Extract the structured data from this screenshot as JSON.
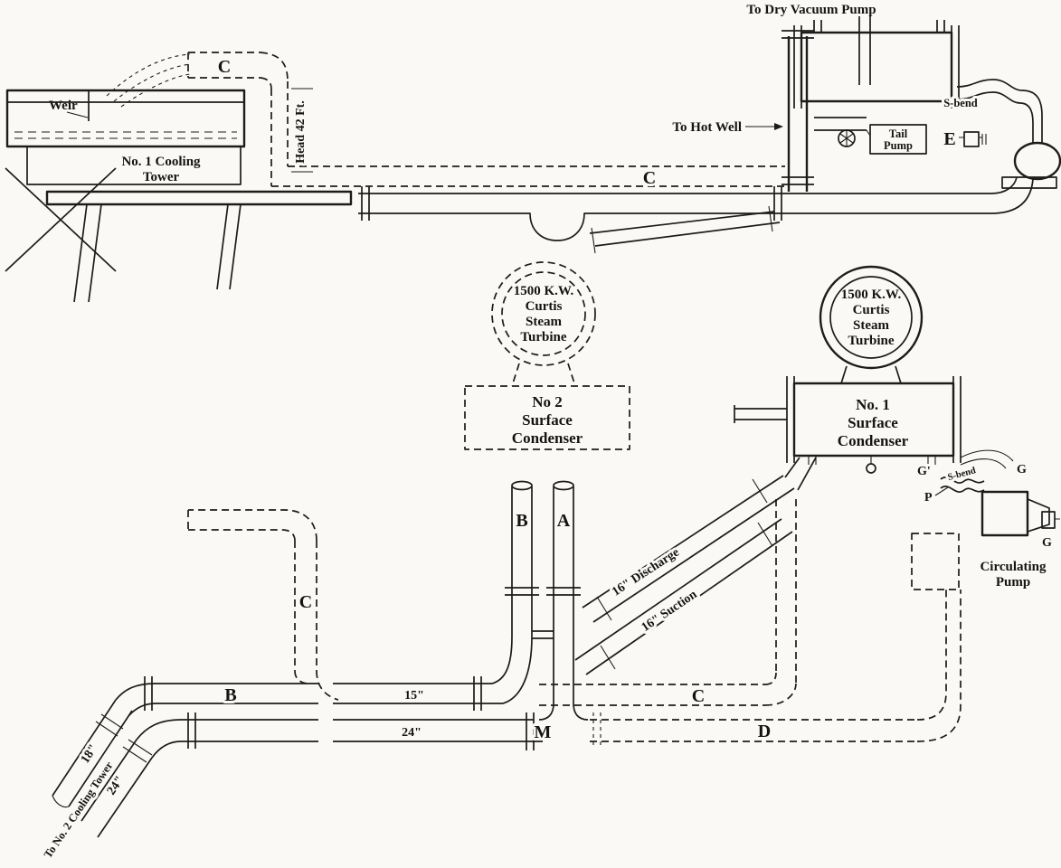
{
  "colors": {
    "ink": "#1c1c1c",
    "paper": "#faf9f5"
  },
  "cooling_tower": {
    "weir": "Weir",
    "name1": "No. 1 Cooling",
    "name2": "Tower",
    "head": "Head 42 Ft.",
    "riser": "C"
  },
  "top_main": {
    "label": "C"
  },
  "hotwell_unit": {
    "dry_vacuum": "To Dry Vacuum Pump",
    "hot_well": "To Hot Well",
    "tail1": "Tail",
    "tail2": "Pump",
    "s_bend": "S-bend",
    "e": "E"
  },
  "turbine_no2": {
    "l1": "1500 K.W.",
    "l2": "Curtis",
    "l3": "Steam",
    "l4": "Turbine"
  },
  "turbine_no1": {
    "l1": "1500 K.W.",
    "l2": "Curtis",
    "l3": "Steam",
    "l4": "Turbine"
  },
  "condenser_no2": {
    "l1": "No 2",
    "l2": "Surface",
    "l3": "Condenser"
  },
  "condenser_no1": {
    "l1": "No. 1",
    "l2": "Surface",
    "l3": "Condenser"
  },
  "pump_unit": {
    "g_prime": "G'",
    "g_upper": "G",
    "g_lower": "G",
    "p": "P",
    "s_bend": "S-bend",
    "circ1": "Circulating",
    "circ2": "Pump"
  },
  "risers": {
    "b": "B",
    "a": "A"
  },
  "branches": {
    "discharge": "16\" Discharge",
    "suction": "16\" Suction"
  },
  "mains": {
    "b": "B",
    "c_vert": "C",
    "c_horiz": "C",
    "d": "D",
    "m": "M",
    "dia15": "15\"",
    "dia24": "24\"",
    "dia18_branch": "18\"",
    "dia24_branch": "24\"",
    "to_tower2": "To No. 2 Cooling Tower"
  }
}
